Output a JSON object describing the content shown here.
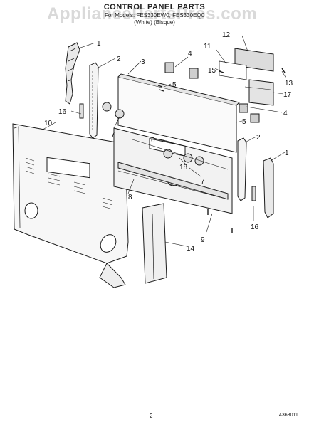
{
  "watermark": "AppliancePartsPros.com",
  "header": {
    "title": "CONTROL PANEL PARTS",
    "models": "For Models: FES330EW0, FES330EQ0",
    "colors": "(White)    (Bisque)"
  },
  "callouts": [
    "1",
    "2",
    "3",
    "4",
    "5",
    "6",
    "7",
    "8",
    "9",
    "10",
    "11",
    "12",
    "13",
    "14",
    "15",
    "16",
    "17",
    "18"
  ],
  "footer": {
    "page_number": "2",
    "doc_number": "4368011"
  }
}
